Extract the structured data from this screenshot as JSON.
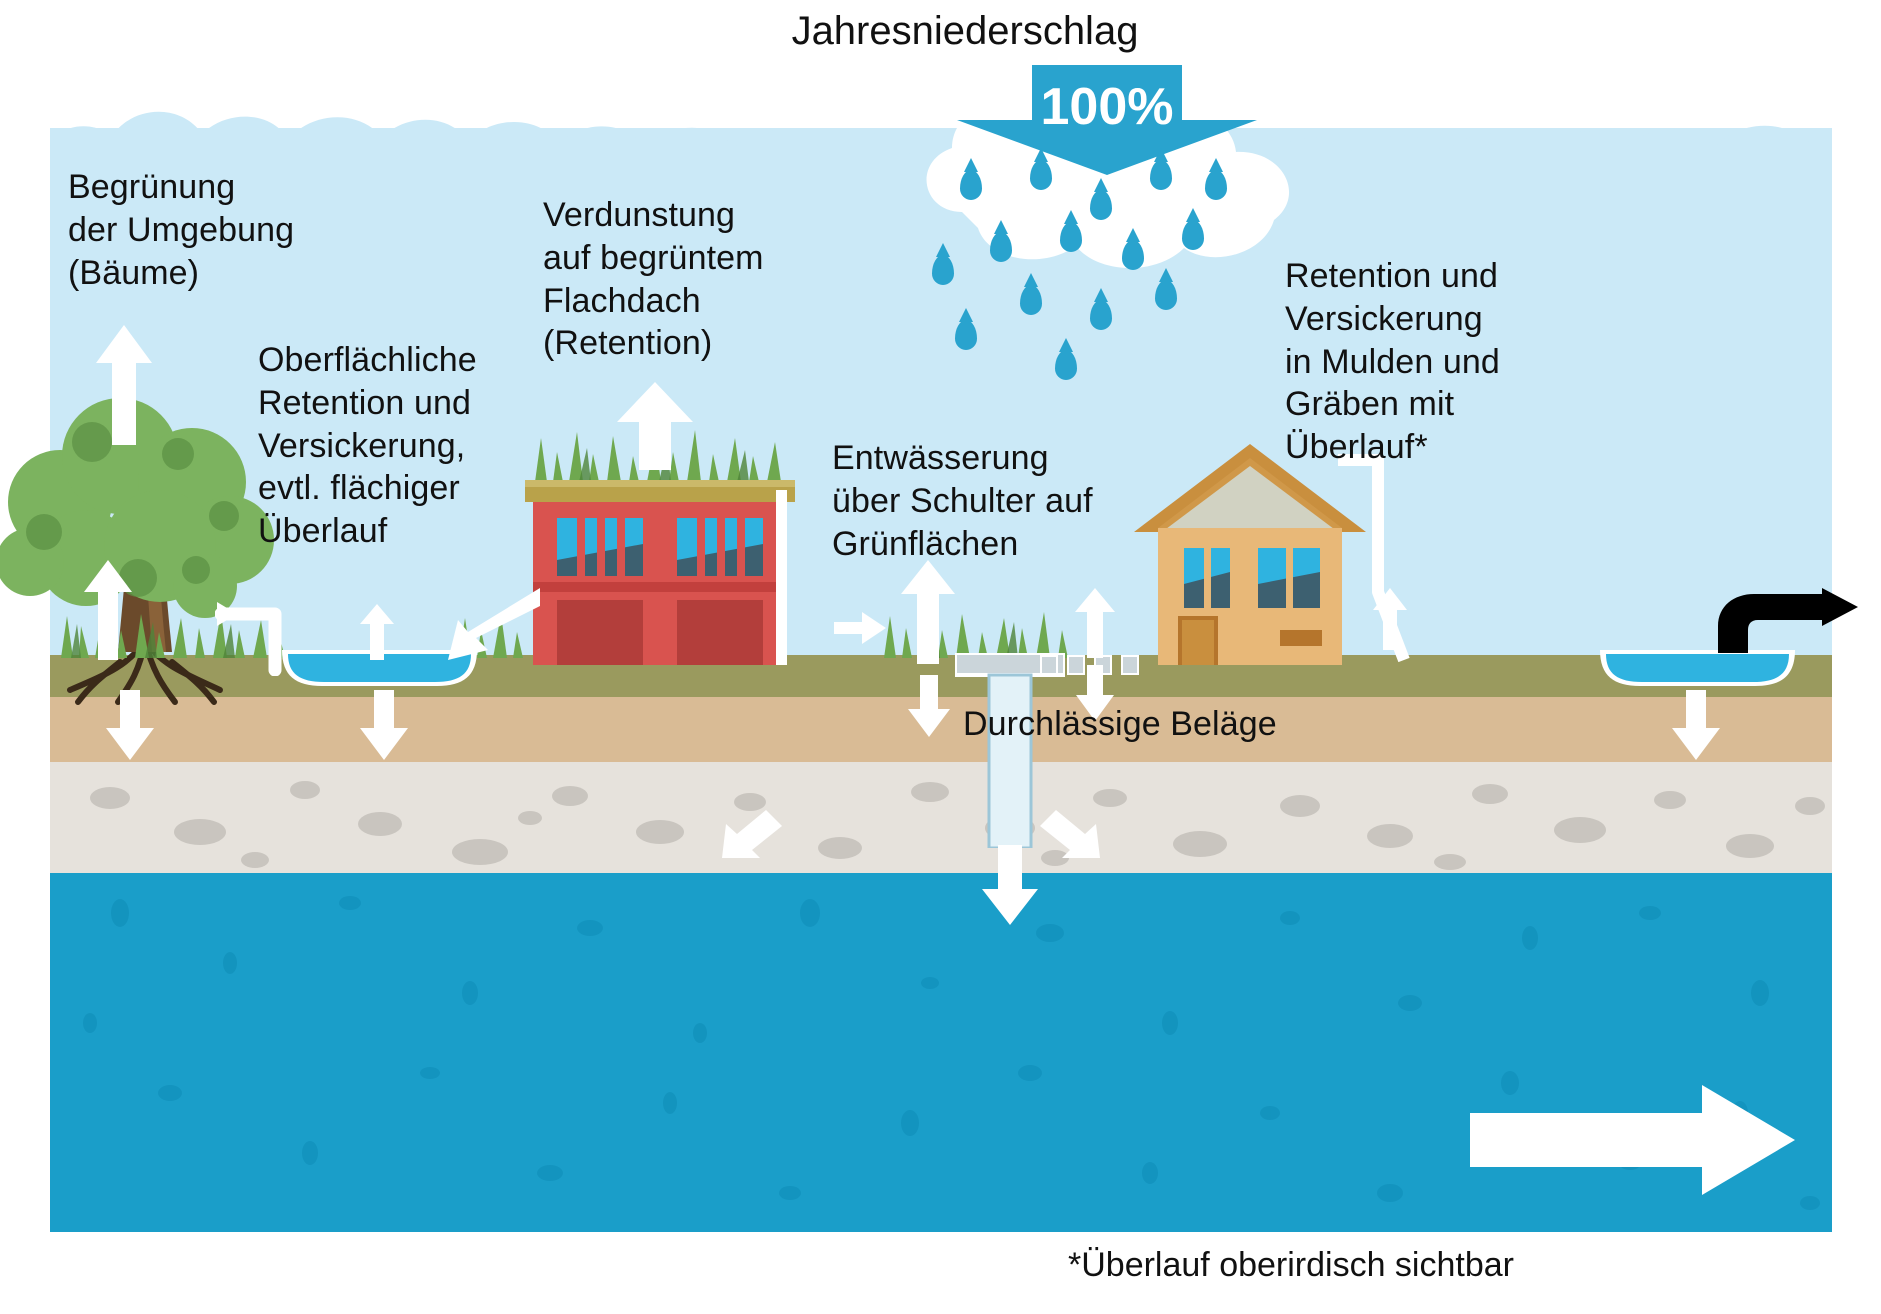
{
  "diagram": {
    "title": "Jahresniederschlag",
    "precipitation_value": "100%",
    "footnote": "*Überlauf oberirdisch sichtbar",
    "labels": {
      "greening_surroundings": "Begrünung\nder Umgebung\n(Bäume)",
      "surface_retention": "Oberflächliche\nRetention und\nVersickerung,\nevtl. flächiger\nÜberlauf",
      "evaporation_green_roof": "Verdunstung\nauf begrüntem\nFlachdach\n(Retention)",
      "drainage_over_shoulder": "Entwässerung\nüber Schulter auf\nGrünflächen",
      "retention_swales": "Retention und\nVersickerung\nin Mulden und\nGräben mit\nÜberlauf*",
      "permeable_paving": "Durchlässige Beläge"
    },
    "colors": {
      "sky": "#cbe9f7",
      "accent_blue": "#29a3ce",
      "aquifer": "#1a9ec9",
      "topsoil": "#9a9a5e",
      "subsoil": "#d9bb95",
      "gravel": "#e6e2dc",
      "building_red": "#d9534f",
      "house_tan": "#e8b878",
      "grass_green": "#6fa84f",
      "text": "#111111",
      "white": "#ffffff"
    }
  },
  "chart_data": {
    "type": "diagram",
    "title": "Jahresniederschlag",
    "annotations": [
      {
        "name": "precipitation-input",
        "value": "100%",
        "unit": "percent of annual precipitation"
      },
      {
        "name": "greening-surroundings",
        "text": "Begrünung der Umgebung (Bäume)"
      },
      {
        "name": "surface-retention",
        "text": "Oberflächliche Retention und Versickerung, evtl. flächiger Überlauf"
      },
      {
        "name": "evaporation-green-roof",
        "text": "Verdunstung auf begrüntem Flachdach (Retention)"
      },
      {
        "name": "drainage-over-shoulder",
        "text": "Entwässerung über Schulter auf Grünflächen"
      },
      {
        "name": "retention-swales",
        "text": "Retention und Versickerung in Mulden und Gräben mit Überlauf*"
      },
      {
        "name": "permeable-paving",
        "text": "Durchlässige Beläge"
      },
      {
        "name": "footnote",
        "text": "*Überlauf oberirdisch sichtbar"
      }
    ]
  }
}
